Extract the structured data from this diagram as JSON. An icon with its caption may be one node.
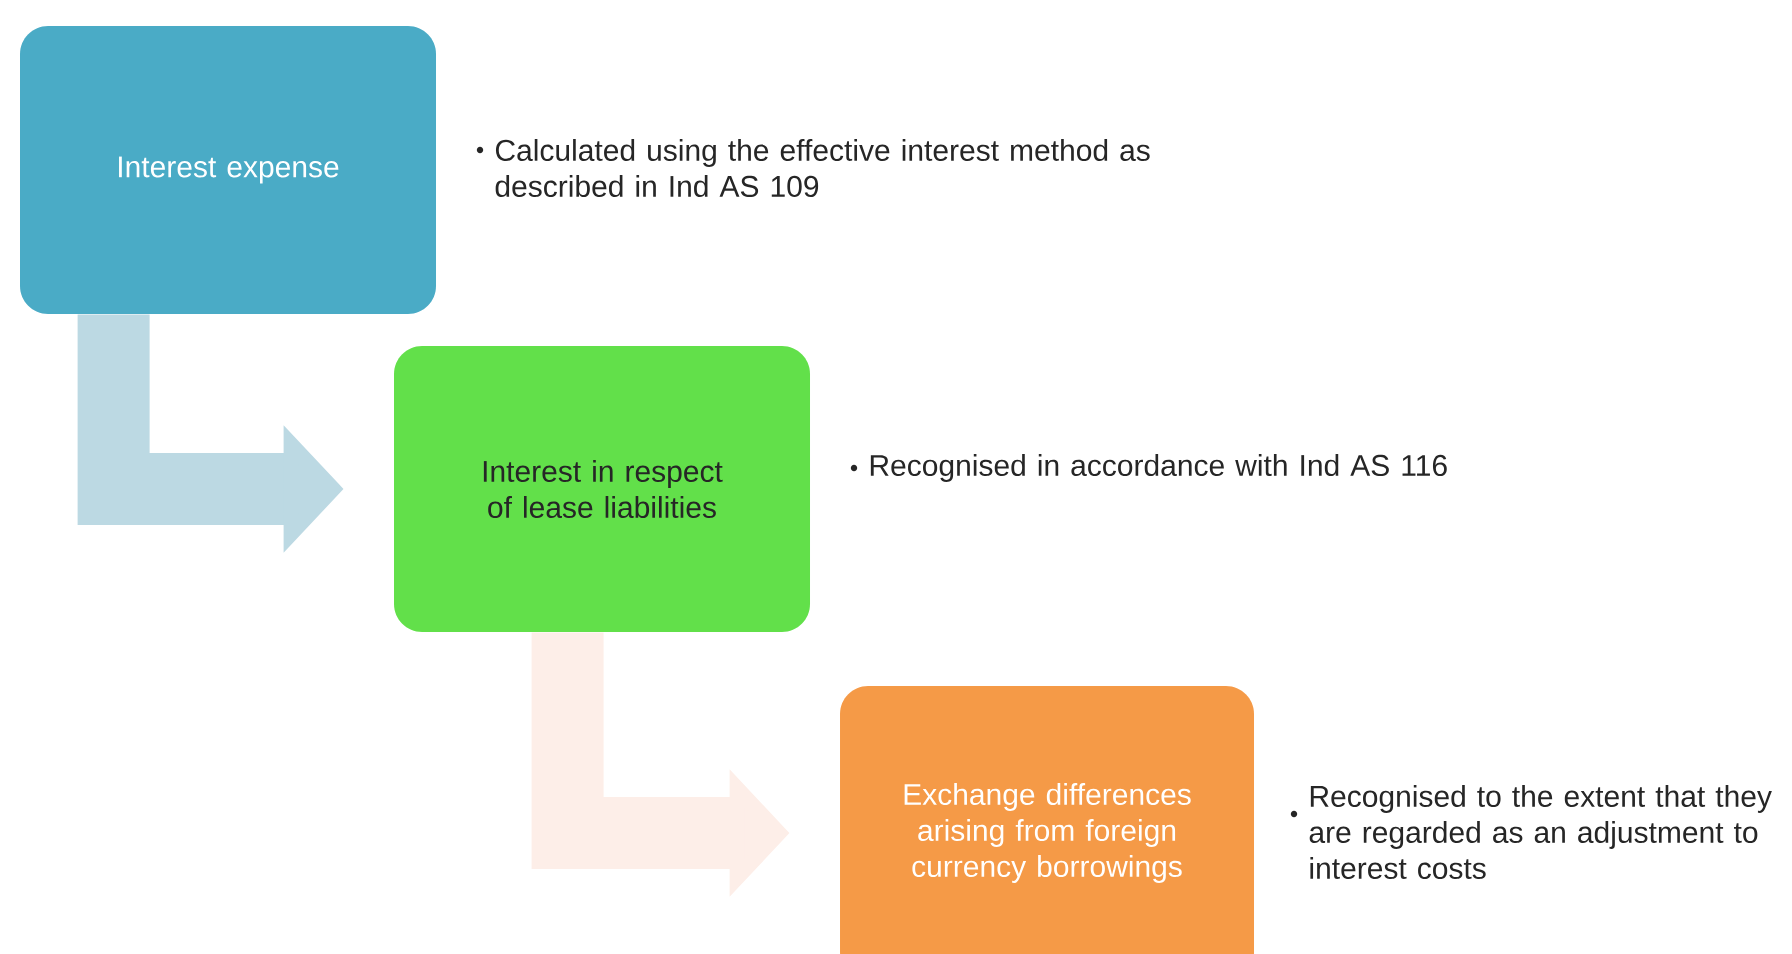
{
  "diagram": {
    "nodes": [
      {
        "text": [
          "Interest expense"
        ],
        "beside": [
          "Calculated using the effective interest method as described in Ind AS 109"
        ]
      },
      {
        "text": [
          "Interest in respect of lease liabilities"
        ],
        "beside": [
          "Recognised in accordance with Ind AS 116"
        ]
      },
      {
        "text": [
          "Exchange differences arising from foreign currency borrowings"
        ],
        "beside": [
          "Recognised to the extent that they are regarded as an adjustment to interest costs"
        ]
      }
    ],
    "edges": [
      {
        "from": 0,
        "to": 1,
        "arrow": "to",
        "color": "#bcd9e3"
      },
      {
        "from": 1,
        "to": 2,
        "arrow": "to",
        "color": "#fdeee8"
      }
    ]
  }
}
